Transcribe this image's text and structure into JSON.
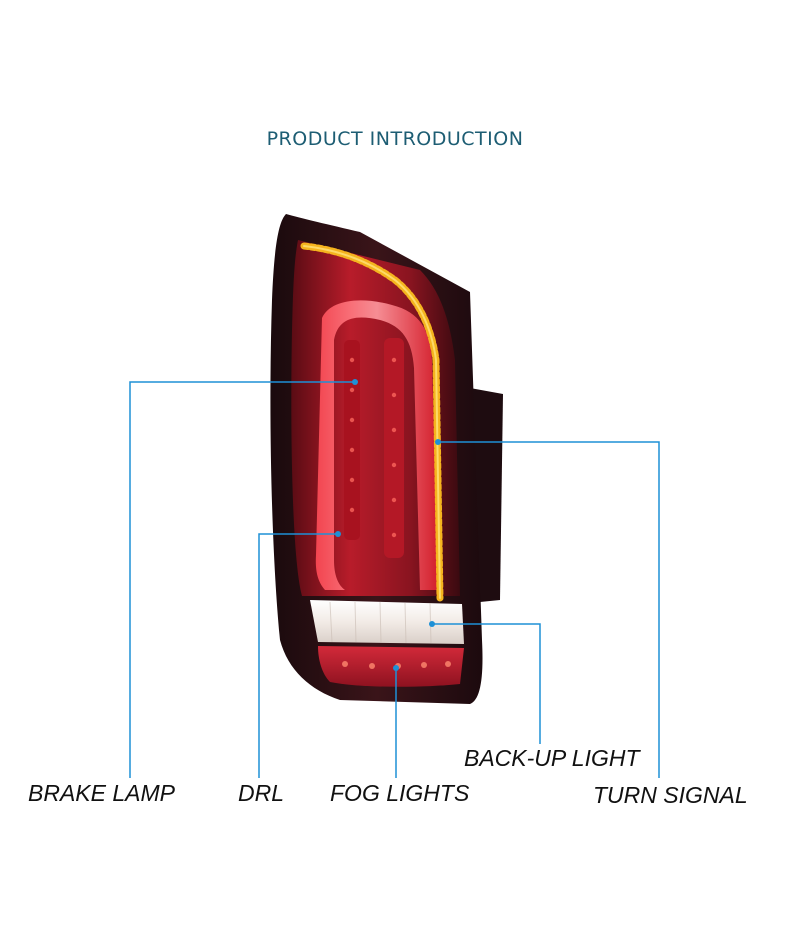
{
  "title": "PRODUCT INTRODUCTION",
  "colors": {
    "title": "#1d5d73",
    "callout_line": "#1e90d6",
    "label_text": "#111111",
    "housing": "#2a0f14",
    "lens_red": "#c8202e",
    "turn_amber": "#f5b41e",
    "reverse_white": "#f3eee9"
  },
  "callouts": [
    {
      "id": "brake-lamp",
      "label": "BRAKE LAMP"
    },
    {
      "id": "drl",
      "label": "DRL"
    },
    {
      "id": "fog-lights",
      "label": "FOG LIGHTS"
    },
    {
      "id": "back-up-light",
      "label": "BACK-UP LIGHT"
    },
    {
      "id": "turn-signal",
      "label": "TURN SIGNAL"
    }
  ]
}
